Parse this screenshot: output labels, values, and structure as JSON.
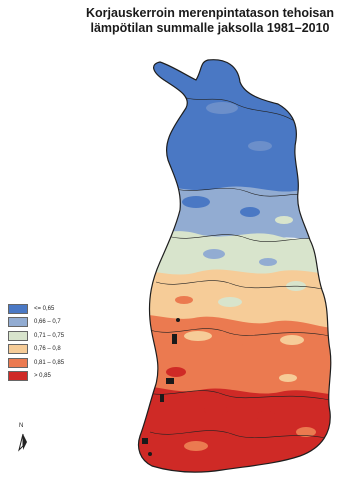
{
  "title": {
    "line1": "Korjauskerroin merenpintatason tehoisan",
    "line2": "lämpötilan summalle jaksolla 1981–2010"
  },
  "legend": [
    {
      "label": "<= 0,65",
      "color": "#4a78c4"
    },
    {
      "label": "0,66 – 0,7",
      "color": "#92acd2"
    },
    {
      "label": "0,71 – 0,75",
      "color": "#d8e4cc"
    },
    {
      "label": "0,76 – 0,8",
      "color": "#f6cc98"
    },
    {
      "label": "0,81 – 0,85",
      "color": "#eb7a50"
    },
    {
      "label": "> 0,85",
      "color": "#cf2a26"
    }
  ],
  "north_arrow": {
    "label": "N",
    "icon": "north-arrow-icon"
  }
}
